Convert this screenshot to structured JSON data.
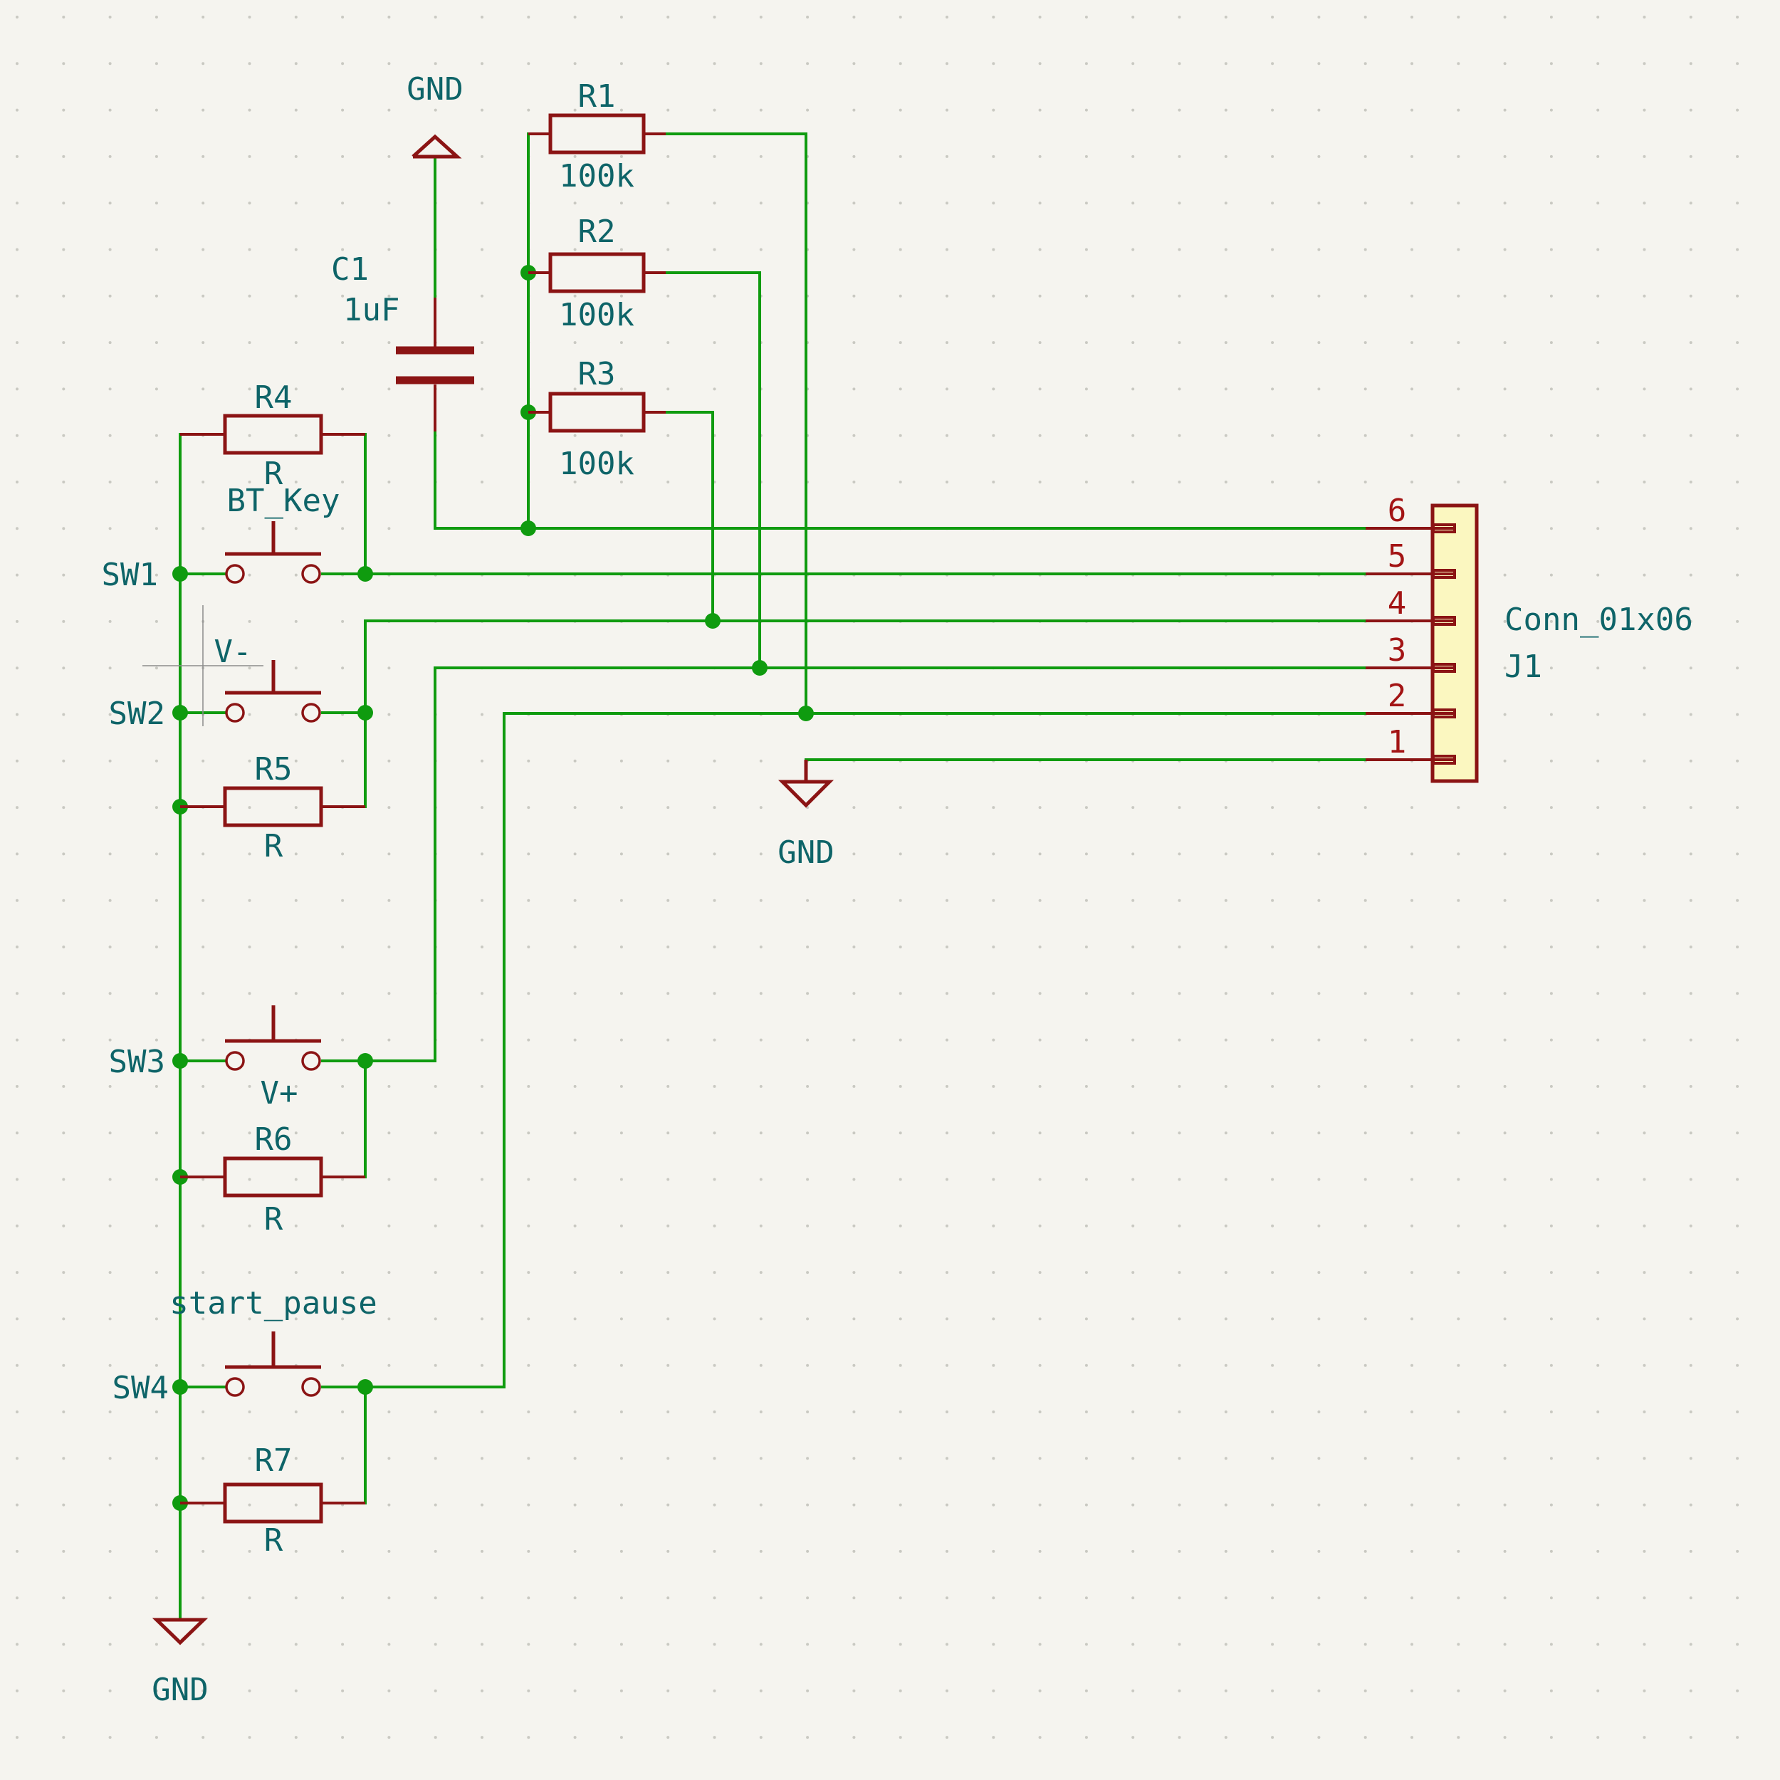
{
  "power": [
    {
      "id": "gnd-top",
      "label": "GND"
    },
    {
      "id": "gnd-mid",
      "label": "GND"
    },
    {
      "id": "gnd-bottom",
      "label": "GND"
    }
  ],
  "capacitor": {
    "ref": "C1",
    "value": "1uF"
  },
  "resistors": [
    {
      "ref": "R1",
      "value": "100k"
    },
    {
      "ref": "R2",
      "value": "100k"
    },
    {
      "ref": "R3",
      "value": "100k"
    },
    {
      "ref": "R4",
      "value": "R"
    },
    {
      "ref": "R5",
      "value": "R"
    },
    {
      "ref": "R6",
      "value": "R"
    },
    {
      "ref": "R7",
      "value": "R"
    }
  ],
  "switches": [
    {
      "ref": "SW1",
      "value": "BT_Key"
    },
    {
      "ref": "SW2",
      "value": "V-"
    },
    {
      "ref": "SW3",
      "value": "V+"
    },
    {
      "ref": "SW4",
      "value": "start_pause"
    }
  ],
  "connector": {
    "ref": "J1",
    "value": "Conn_01x06",
    "pins": [
      "6",
      "5",
      "4",
      "3",
      "2",
      "1"
    ]
  }
}
